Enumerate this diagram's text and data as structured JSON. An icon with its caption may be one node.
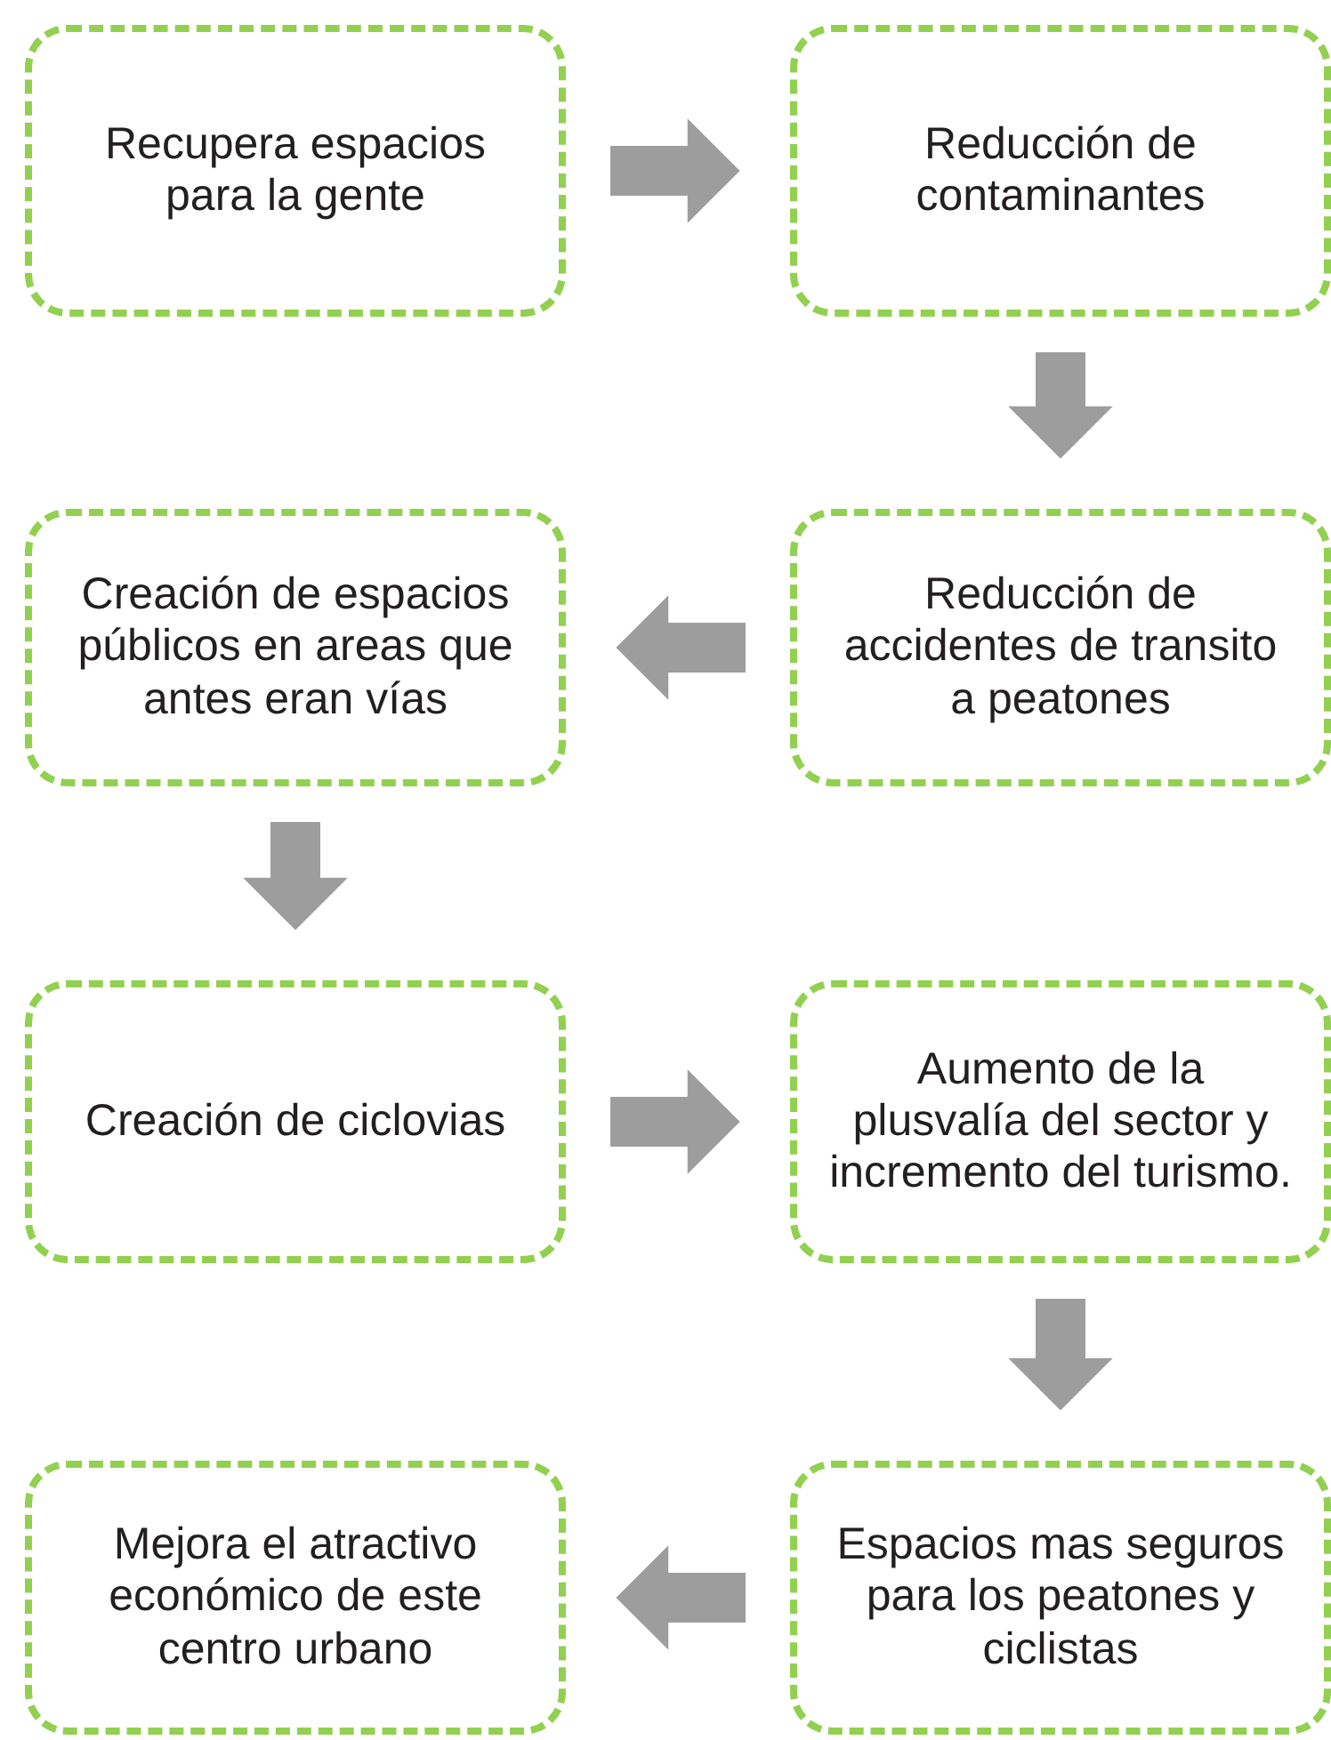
{
  "diagram": {
    "nodes": [
      {
        "text": [
          "Recupera espacios para la gente"
        ]
      },
      {
        "text": [
          "Reducción de contaminantes"
        ]
      },
      {
        "text": [
          "Creación de espacios públicos en areas que antes eran vías"
        ]
      },
      {
        "text": [
          "Reducción de accidentes de transito a peatones"
        ]
      },
      {
        "text": [
          "Creación de ciclovias"
        ]
      },
      {
        "text": [
          "Aumento de la plusvalía del sector y incremento del turismo."
        ]
      },
      {
        "text": [
          "Mejora el atractivo económico de este centro urbano"
        ]
      },
      {
        "text": [
          "Espacios mas seguros para los peatones y ciclistas"
        ]
      }
    ],
    "edges": [
      {
        "from": 0,
        "to": 1,
        "arrow": "to"
      },
      {
        "from": 1,
        "to": 3,
        "arrow": "to"
      },
      {
        "from": 3,
        "to": 2,
        "arrow": "to"
      },
      {
        "from": 2,
        "to": 4,
        "arrow": "to"
      },
      {
        "from": 4,
        "to": 5,
        "arrow": "to"
      },
      {
        "from": 5,
        "to": 7,
        "arrow": "to"
      },
      {
        "from": 7,
        "to": 6,
        "arrow": "to"
      }
    ]
  }
}
